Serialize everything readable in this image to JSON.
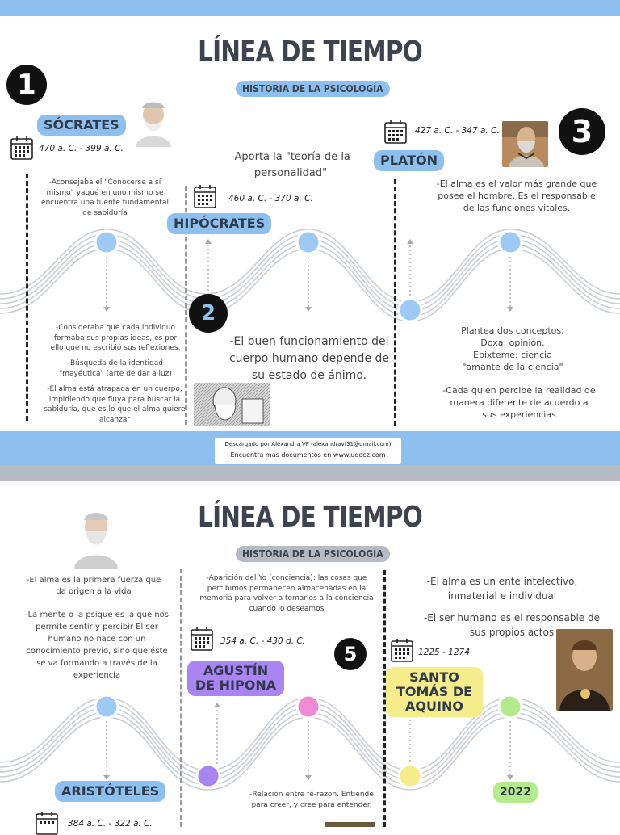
{
  "colors": {
    "blue": "#8ec0ef",
    "grey": "#b6bbc3",
    "purple": "#a984f2",
    "yellow": "#f5ec8a",
    "green": "#b4ea8c",
    "pink": "#ee8ad6",
    "wave": "#c9ced5",
    "dot_blue": "#9ccaf5"
  },
  "page1": {
    "title": "LÍNEA DE TIEMPO",
    "subtitle": "HISTORIA DE LA PSICOLOGÍA",
    "socrates": {
      "number": "1",
      "name": "SÓCRATES",
      "date": "470 a. C. - 399 a. C.",
      "above": "-Aconsejaba el \"Conocerse a sí mismo\" yaqué en uno mismo se encuentra una fuente fundamental de sabiduría",
      "below1": "-Consideraba que cada individuo formaba sus propias ideas, es por ello que no escribió sus reflexiones.",
      "below2": "-Búsqueda de la identidad \"mayéutica\" (arte de dar a luz)",
      "below3": "-El alma está atrapada en un cuerpo, impidiendo que fluya para buscar la sabiduría, que es lo que el alma quiere alcanzar"
    },
    "hipocrates": {
      "number": "2",
      "name": "HIPÓCRATES",
      "date": "460 a. C. - 370 a. C.",
      "above": "-Aporta la \"teoría de la personalidad\"",
      "below": "-El buen funcionamiento del cuerpo humano depende de su estado de ánimo."
    },
    "platon": {
      "number": "3",
      "name": "PLATÓN",
      "date": "427 a. C. - 347 a. C.",
      "above": "-El alma es el valor más grande que posee el hombre. Es el responsable de las funciones vitales.",
      "below1": "Plantea dos conceptos:",
      "below2": "Doxa: opinión.",
      "below3": "Epixteme: ciencia",
      "below4": "\"amante de la ciencia\"",
      "below5": "-Cada quien percibe la realidad de manera diferente de acuerdo a sus experiencias"
    }
  },
  "watermark": {
    "line1": "Descargado por Alexandra VF (alexandravf31@gmail.com)",
    "line2": "Encuentra más documentos en www.udocz.com"
  },
  "page2": {
    "title": "LÍNEA DE TIEMPO",
    "subtitle": "HISTORIA DE LA PSICOLOGÍA",
    "aristoteles": {
      "name": "ARISTÓTELES",
      "date": "384 a. C. - 322 a. C.",
      "text1": "-El alma es la primera fuerza que da origen a la vida",
      "text2": "-La mente o la psique es la que nos permite sentir y percibir El ser humano no nace con un conocimiento previo, sino que éste se va formando a través de la experiencia"
    },
    "agustin": {
      "number": "5",
      "name": "AGUSTÍN DE HIPONA",
      "date": "354 a. C. - 430 d. C.",
      "above": "-Aparición del Yo (conciencia): las cosas que percibimos permanecen almacenadas en la memoria para volver a tomarlos a la conciencia cuando lo deseamos",
      "below": "-Relación entre fé-razon. Entiende para creer, y cree para entender."
    },
    "tomas": {
      "name": "SANTO TOMÁS DE AQUINO",
      "date": "1225 - 1274",
      "text1": "-El alma es un ente intelectivo, inmaterial e individual",
      "text2": "-El ser humano es el responsable de sus propios actos"
    },
    "year": "2022"
  },
  "icons": {
    "calendar": "calendar-icon",
    "portrait": "portrait-image"
  }
}
